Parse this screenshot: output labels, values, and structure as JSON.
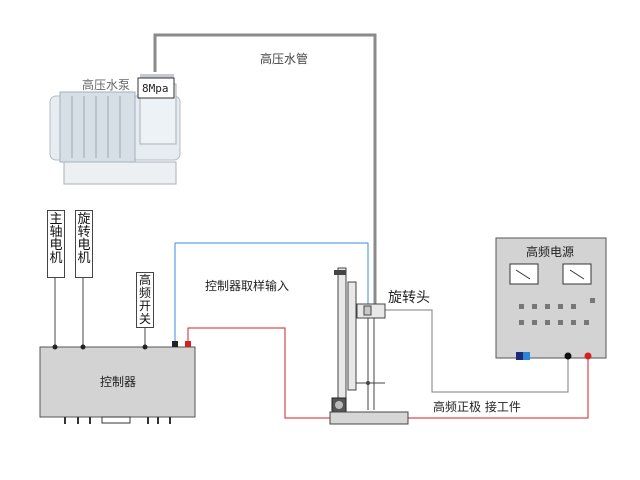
{
  "labels": {
    "pump": "高压水泵",
    "pressure": "8Mpa",
    "pipe": "高压水管",
    "spindle_motor": "主轴电机",
    "rotation_motor": "旋转电机",
    "hf_switch": "高频开关",
    "controller": "控制器",
    "sampling_input": "控制器取样输入",
    "rotary_head": "旋转头",
    "hf_power": "高频电源",
    "workpiece": "高频正极 接工件"
  },
  "colors": {
    "pipe": "#8a8a8a",
    "signal_line": "#3a8ee6",
    "positive_line": "#d42020",
    "ground_line": "#7d7d7d",
    "box_fill": "#d3d3d3"
  }
}
